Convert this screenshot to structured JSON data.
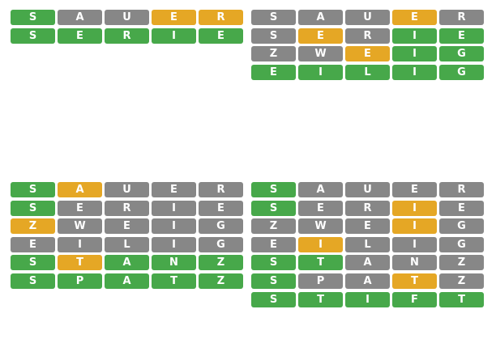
{
  "colors": {
    "g": "#47a84a",
    "y": "#e5a725",
    "x": "#878787"
  },
  "boards": [
    {
      "name": "board-1",
      "rows": [
        {
          "letters": [
            "S",
            "A",
            "U",
            "E",
            "R"
          ],
          "states": [
            "g",
            "x",
            "x",
            "y",
            "y"
          ]
        },
        {
          "letters": [
            "S",
            "E",
            "R",
            "I",
            "E"
          ],
          "states": [
            "g",
            "g",
            "g",
            "g",
            "g"
          ]
        }
      ]
    },
    {
      "name": "board-2",
      "rows": [
        {
          "letters": [
            "S",
            "A",
            "U",
            "E",
            "R"
          ],
          "states": [
            "x",
            "x",
            "x",
            "y",
            "x"
          ]
        },
        {
          "letters": [
            "S",
            "E",
            "R",
            "I",
            "E"
          ],
          "states": [
            "x",
            "y",
            "x",
            "g",
            "g"
          ]
        },
        {
          "letters": [
            "Z",
            "W",
            "E",
            "I",
            "G"
          ],
          "states": [
            "x",
            "x",
            "y",
            "g",
            "g"
          ]
        },
        {
          "letters": [
            "E",
            "I",
            "L",
            "I",
            "G"
          ],
          "states": [
            "g",
            "g",
            "g",
            "g",
            "g"
          ]
        }
      ]
    },
    {
      "name": "board-3",
      "rows": [
        {
          "letters": [
            "S",
            "A",
            "U",
            "E",
            "R"
          ],
          "states": [
            "g",
            "y",
            "x",
            "x",
            "x"
          ]
        },
        {
          "letters": [
            "S",
            "E",
            "R",
            "I",
            "E"
          ],
          "states": [
            "g",
            "x",
            "x",
            "x",
            "x"
          ]
        },
        {
          "letters": [
            "Z",
            "W",
            "E",
            "I",
            "G"
          ],
          "states": [
            "y",
            "x",
            "x",
            "x",
            "x"
          ]
        },
        {
          "letters": [
            "E",
            "I",
            "L",
            "I",
            "G"
          ],
          "states": [
            "x",
            "x",
            "x",
            "x",
            "x"
          ]
        },
        {
          "letters": [
            "S",
            "T",
            "A",
            "N",
            "Z"
          ],
          "states": [
            "g",
            "y",
            "g",
            "g",
            "g"
          ]
        },
        {
          "letters": [
            "S",
            "P",
            "A",
            "T",
            "Z"
          ],
          "states": [
            "g",
            "g",
            "g",
            "g",
            "g"
          ]
        }
      ]
    },
    {
      "name": "board-4",
      "rows": [
        {
          "letters": [
            "S",
            "A",
            "U",
            "E",
            "R"
          ],
          "states": [
            "g",
            "x",
            "x",
            "x",
            "x"
          ]
        },
        {
          "letters": [
            "S",
            "E",
            "R",
            "I",
            "E"
          ],
          "states": [
            "g",
            "x",
            "x",
            "y",
            "x"
          ]
        },
        {
          "letters": [
            "Z",
            "W",
            "E",
            "I",
            "G"
          ],
          "states": [
            "x",
            "x",
            "x",
            "y",
            "x"
          ]
        },
        {
          "letters": [
            "E",
            "I",
            "L",
            "I",
            "G"
          ],
          "states": [
            "x",
            "y",
            "x",
            "x",
            "x"
          ]
        },
        {
          "letters": [
            "S",
            "T",
            "A",
            "N",
            "Z"
          ],
          "states": [
            "g",
            "g",
            "x",
            "x",
            "x"
          ]
        },
        {
          "letters": [
            "S",
            "P",
            "A",
            "T",
            "Z"
          ],
          "states": [
            "g",
            "x",
            "x",
            "y",
            "x"
          ]
        },
        {
          "letters": [
            "S",
            "T",
            "I",
            "F",
            "T"
          ],
          "states": [
            "g",
            "g",
            "g",
            "g",
            "g"
          ]
        }
      ]
    }
  ]
}
